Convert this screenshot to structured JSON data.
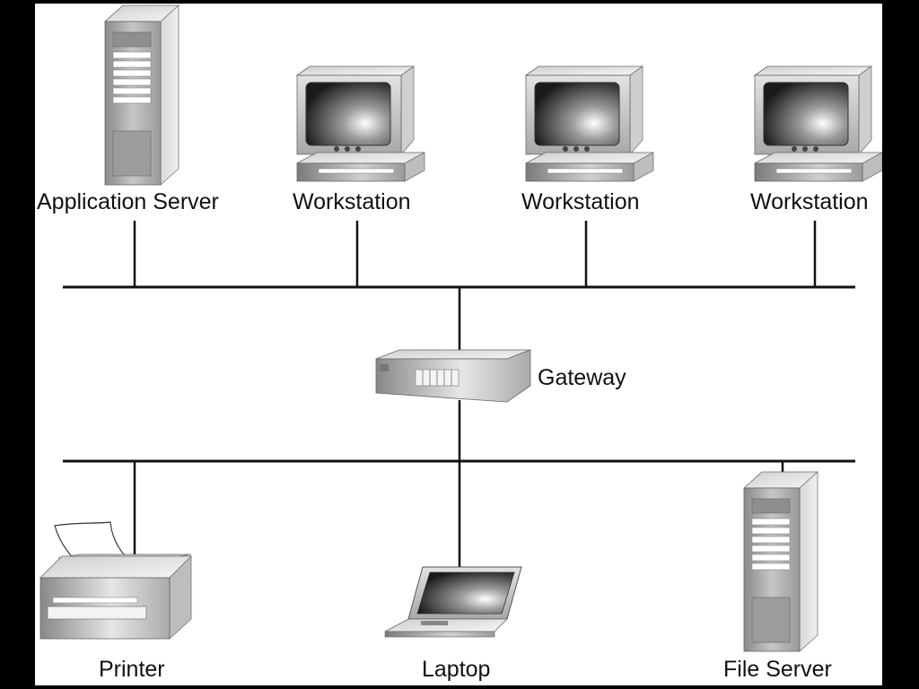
{
  "diagram": {
    "nodes": {
      "app_server": {
        "label": "Application Server",
        "icon": "tower-server-icon"
      },
      "workstation_1": {
        "label": "Workstation",
        "icon": "desktop-workstation-icon"
      },
      "workstation_2": {
        "label": "Workstation",
        "icon": "desktop-workstation-icon"
      },
      "workstation_3": {
        "label": "Workstation",
        "icon": "desktop-workstation-icon"
      },
      "gateway": {
        "label": "Gateway",
        "icon": "gateway-router-icon"
      },
      "printer": {
        "label": "Printer",
        "icon": "printer-icon"
      },
      "laptop": {
        "label": "Laptop",
        "icon": "laptop-icon"
      },
      "file_server": {
        "label": "File Server",
        "icon": "tower-server-icon"
      }
    },
    "networks": [
      "upper-network-bus",
      "lower-network-bus"
    ],
    "edges": [
      [
        "app_server",
        "upper-network-bus"
      ],
      [
        "workstation_1",
        "upper-network-bus"
      ],
      [
        "workstation_2",
        "upper-network-bus"
      ],
      [
        "workstation_3",
        "upper-network-bus"
      ],
      [
        "gateway",
        "upper-network-bus"
      ],
      [
        "gateway",
        "lower-network-bus"
      ],
      [
        "printer",
        "lower-network-bus"
      ],
      [
        "laptop",
        "lower-network-bus"
      ],
      [
        "file_server",
        "lower-network-bus"
      ]
    ],
    "colors": {
      "background": "#ffffff",
      "frame": "#000000",
      "line": "#111111"
    }
  }
}
